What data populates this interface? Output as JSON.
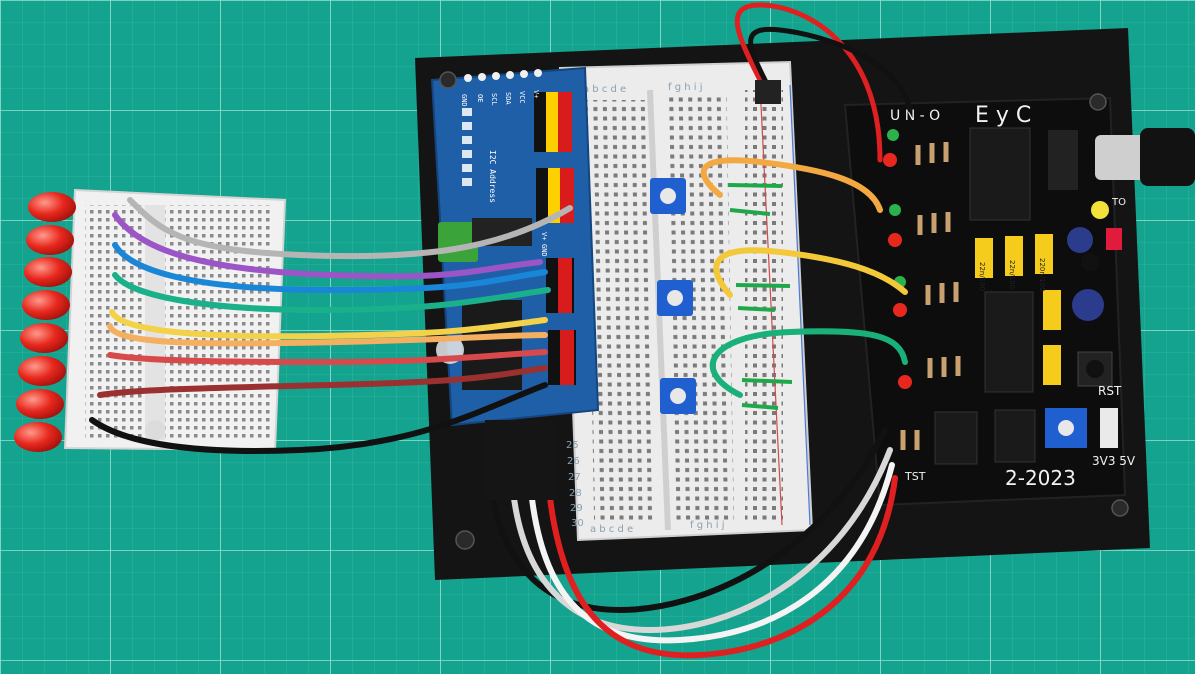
{
  "photo": {
    "board_labels": {
      "top_right": "E y C",
      "top_left_mark": "U N - O",
      "date": "2-2023",
      "rst": "RST",
      "voltage": "3V3  5V",
      "cap_labels": [
        "22n/100",
        "22n/100",
        "220n/100"
      ],
      "right_edge": "TO",
      "bottom_left": "TST"
    },
    "pwm_driver_labels": {
      "header_pins": [
        "GND",
        "OE",
        "SCL",
        "SDA",
        "VCC",
        "V+"
      ],
      "title": "I2C Address",
      "side_pins": [
        "GND",
        "V+"
      ]
    },
    "breadboard_letters": {
      "top_left": "a b c d e",
      "top_right": "f g h i j",
      "bottom_left": "a b c d e",
      "bottom_right": "f g h i j"
    },
    "row_numbers": [
      "25",
      "26",
      "27",
      "28",
      "29",
      "30"
    ],
    "colors": {
      "mat": "#13a38e",
      "mat_grid": "#7fd6c4",
      "pcb": "#151515",
      "driver_board": "#1f5fa8",
      "potentiometer": "#1f5fd0",
      "led_red": "#e8281e"
    }
  }
}
